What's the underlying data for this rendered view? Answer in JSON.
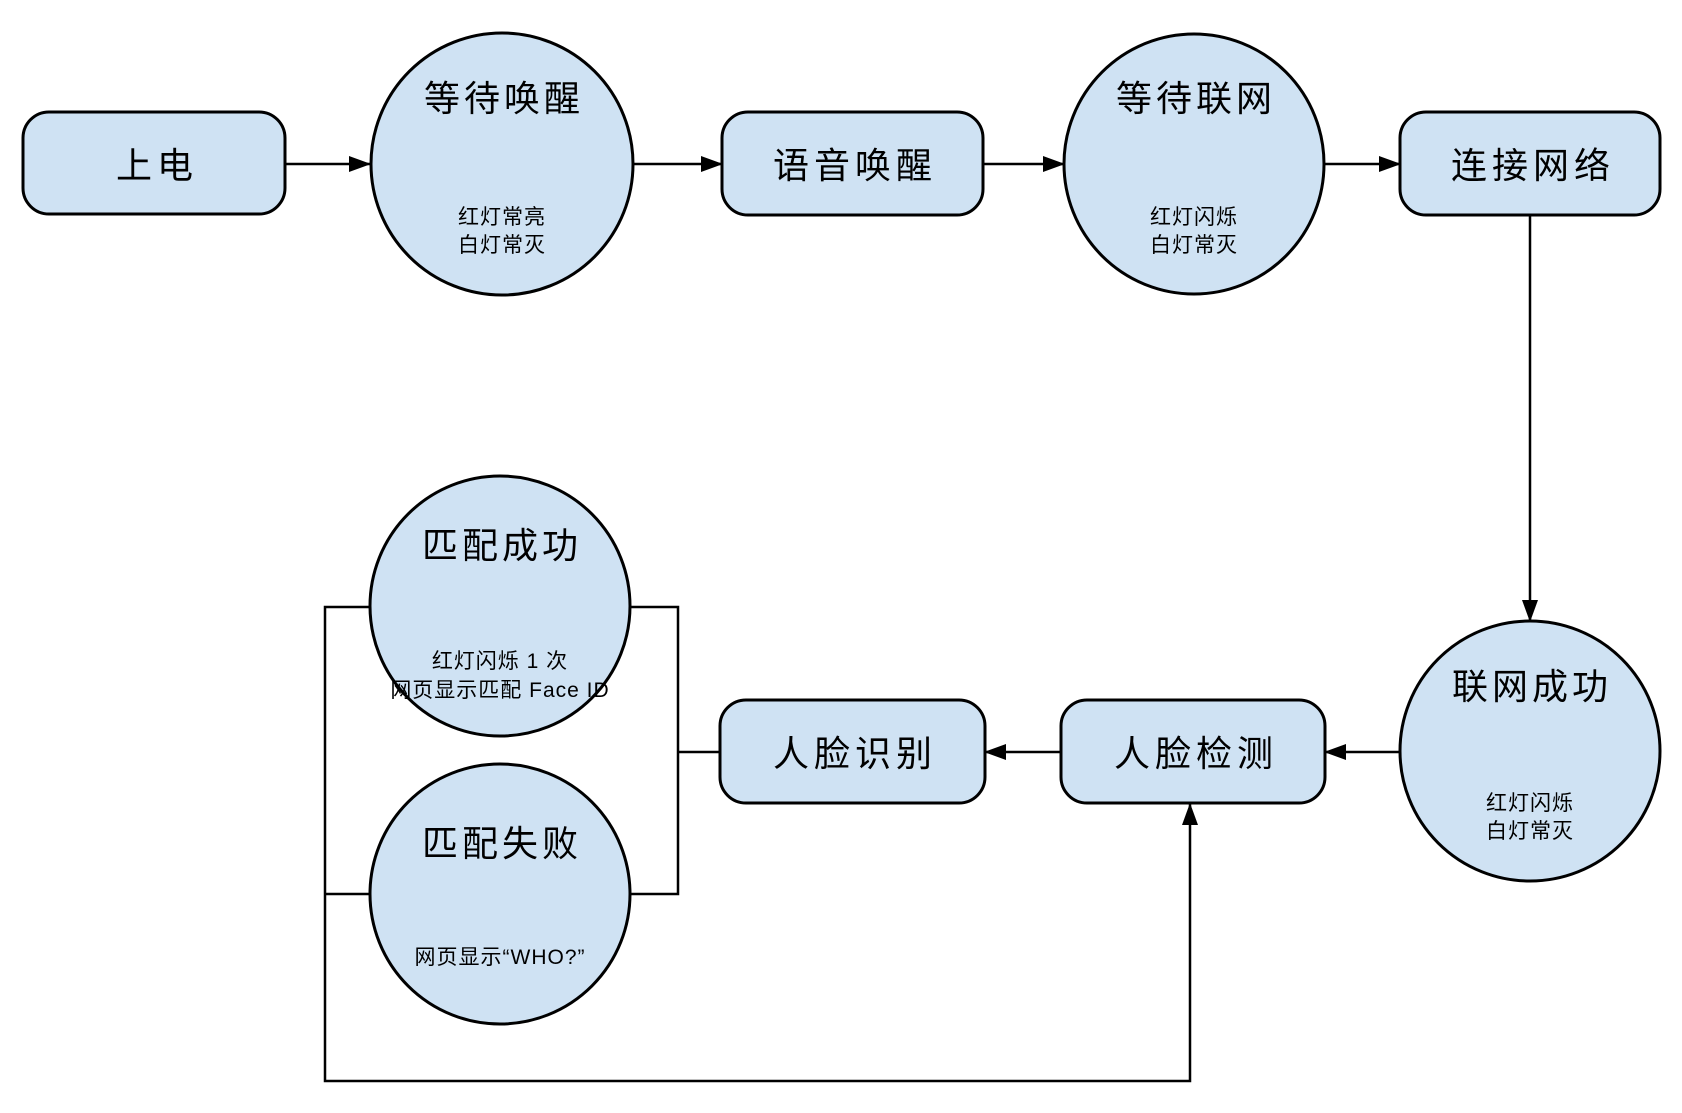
{
  "diagram": {
    "background_color": "#ffffff",
    "node_fill_color": "#cfe2f3",
    "node_stroke_color": "#000000",
    "edge_color": "#000000",
    "nodes": {
      "power_on": {
        "label": "上电"
      },
      "wait_wake": {
        "title": "等待唤醒",
        "sub1": "红灯常亮",
        "sub2": "白灯常灭"
      },
      "voice_wake": {
        "label": "语音唤醒"
      },
      "wait_network": {
        "title": "等待联网",
        "sub1": "红灯闪烁",
        "sub2": "白灯常灭"
      },
      "connect_network": {
        "label": "连接网络"
      },
      "network_success": {
        "title": "联网成功",
        "sub1": "红灯闪烁",
        "sub2": "白灯常灭"
      },
      "face_detect": {
        "label": "人脸检测"
      },
      "face_recognize": {
        "label": "人脸识别"
      },
      "match_success": {
        "title": "匹配成功",
        "sub1": "红灯闪烁 1 次",
        "sub2": "网页显示匹配 Face ID"
      },
      "match_fail": {
        "title": "匹配失败",
        "sub1": "网页显示“WHO?”"
      }
    },
    "edges": [
      {
        "from": "上电",
        "to": "等待唤醒",
        "style": "arrow"
      },
      {
        "from": "等待唤醒",
        "to": "语音唤醒",
        "style": "arrow"
      },
      {
        "from": "语音唤醒",
        "to": "等待联网",
        "style": "arrow"
      },
      {
        "from": "等待联网",
        "to": "连接网络",
        "style": "arrow"
      },
      {
        "from": "连接网络",
        "to": "联网成功",
        "style": "arrow"
      },
      {
        "from": "联网成功",
        "to": "人脸检测",
        "style": "arrow"
      },
      {
        "from": "人脸检测",
        "to": "人脸识别",
        "style": "arrow"
      },
      {
        "from": "人脸识别",
        "to": "匹配成功",
        "style": "line"
      },
      {
        "from": "人脸识别",
        "to": "匹配失败",
        "style": "line"
      },
      {
        "from": "匹配成功",
        "to": "人脸检测",
        "style": "loop-arrow"
      },
      {
        "from": "匹配失败",
        "to": "人脸检测",
        "style": "loop-arrow"
      }
    ]
  }
}
